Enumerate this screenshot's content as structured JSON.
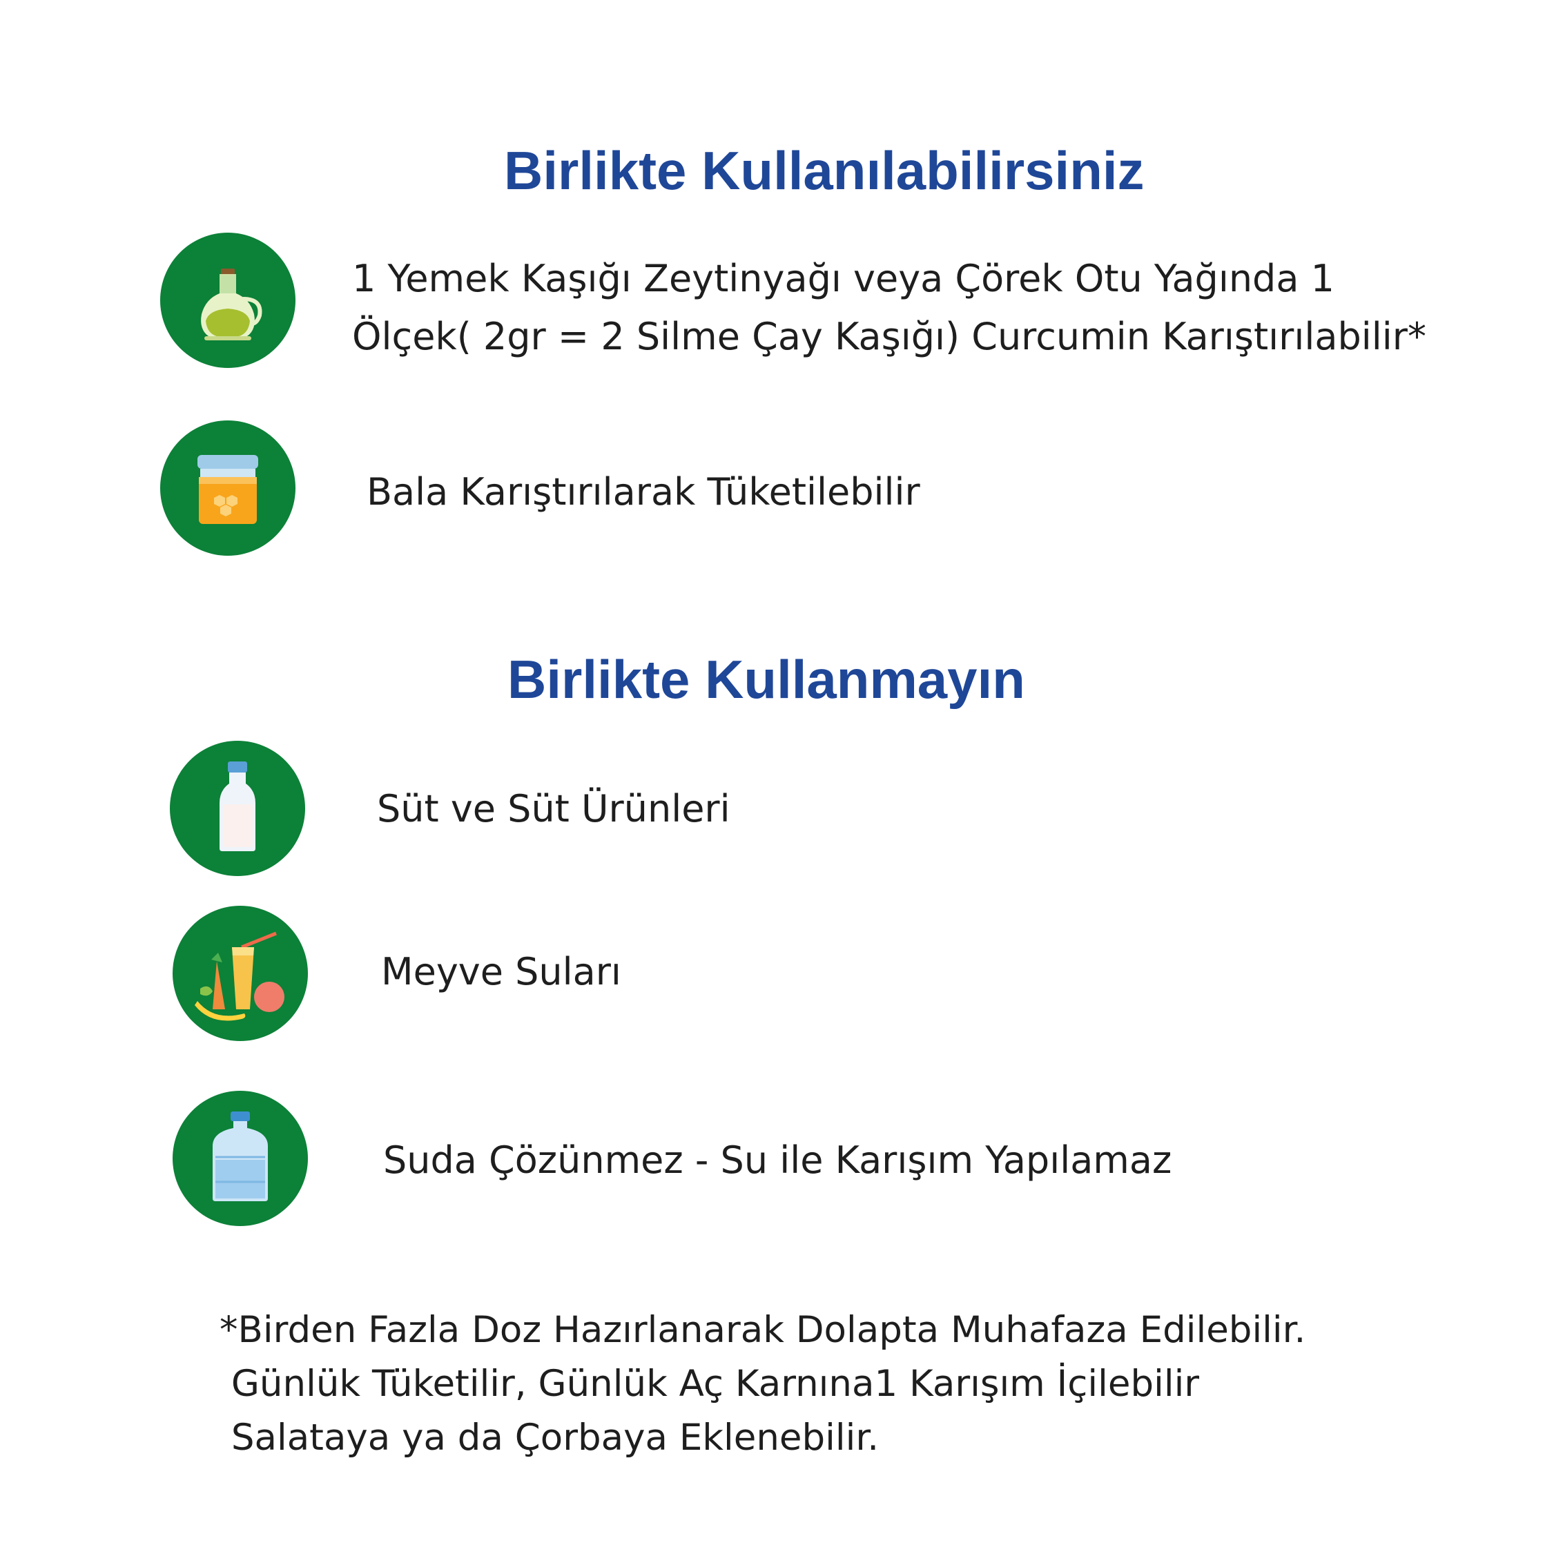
{
  "accent_colors": {
    "heading": "#1f4798",
    "icon_circle": "#0c8138"
  },
  "can_use": {
    "title": "Birlikte Kullanılabilirsiniz",
    "items": [
      {
        "icon": "olive-oil-bottle-icon",
        "lines": [
          "1 Yemek Kaşığı Zeytinyağı veya Çörek Otu Yağında 1",
          "Ölçek( 2gr = 2 Silme Çay Kaşığı) Curcumin Karıştırılabilir*"
        ]
      },
      {
        "icon": "honey-jar-icon",
        "text": "Bala Karıştırılarak Tüketilebilir"
      }
    ]
  },
  "do_not_use": {
    "title": "Birlikte Kullanmayın",
    "items": [
      {
        "icon": "milk-bottle-icon",
        "text": "Süt ve Süt Ürünleri"
      },
      {
        "icon": "fruit-juice-icon",
        "text": "Meyve Suları"
      },
      {
        "icon": "water-jug-icon",
        "text": "Suda Çözünmez - Su ile Karışım Yapılamaz"
      }
    ]
  },
  "footnote": [
    "*Birden Fazla Doz Hazırlanarak Dolapta Muhafaza Edilebilir.",
    " Günlük Tüketilir, Günlük Aç Karnına1 Karışım İçilebilir",
    " Salataya ya da Çorbaya Eklenebilir."
  ]
}
